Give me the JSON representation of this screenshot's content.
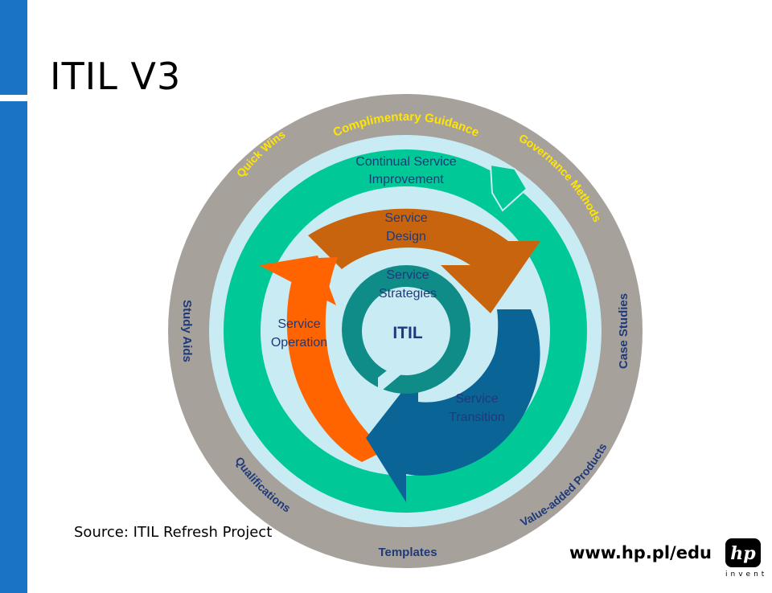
{
  "title": "ITIL V3",
  "source": "Source: ITIL Refresh Project",
  "url": "www.hp.pl/edu",
  "logo": {
    "text": "hp",
    "tagline": "invent"
  },
  "outer_ring_labels": {
    "complimentary": "Complimentary Guidance",
    "quick_wins": "Quick Wins",
    "governance": "Governance Methods",
    "study_aids": "Study Aids",
    "case_studies": "Case Studies",
    "qualifications": "Qualifications",
    "value_added": "Value-added Products",
    "templates": "Templates"
  },
  "inner_labels": {
    "csi_line1": "Continual Service",
    "csi_line2": "Improvement",
    "design_line1": "Service",
    "design_line2": "Design",
    "strategies_line1": "Service",
    "strategies_line2": "Strategies",
    "operation_line1": "Service",
    "operation_line2": "Operation",
    "transition_line1": "Service",
    "transition_line2": "Transition",
    "core": "ITIL"
  },
  "colors": {
    "outer_ring": "#a7a19b",
    "light_ring": "#c9ecf4",
    "green_ring": "#00c896",
    "design_arrow": "#c9640e",
    "operation_arrow": "#ff6400",
    "transition_arrow": "#0a6496",
    "strategy_ring": "#0f8c87",
    "label_yellow": "#ffe600",
    "brand_blue": "#1a73c4"
  }
}
